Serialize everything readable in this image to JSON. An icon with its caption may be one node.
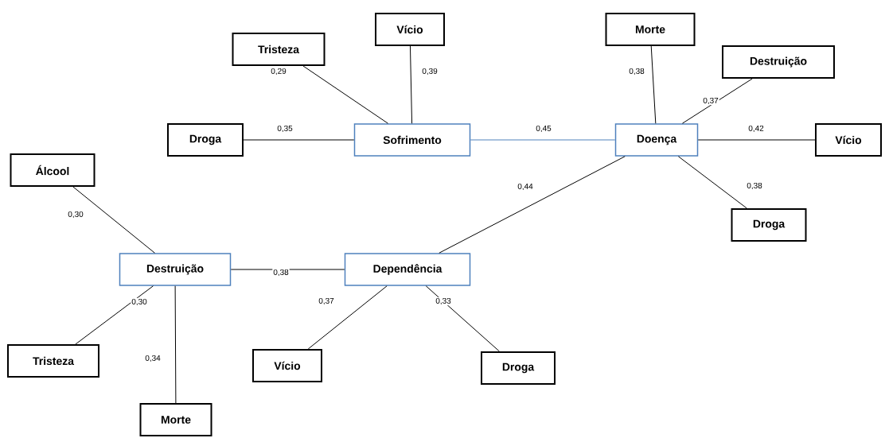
{
  "diagram": {
    "nodes": [
      {
        "text": [
          "Tristeza"
        ]
      },
      {
        "text": [
          "Vício"
        ]
      },
      {
        "text": [
          "Morte"
        ]
      },
      {
        "text": [
          "Destruição"
        ]
      },
      {
        "text": [
          "Droga"
        ]
      },
      {
        "text": [
          "Sofrimento"
        ]
      },
      {
        "text": [
          "Doença"
        ]
      },
      {
        "text": [
          "Vício"
        ]
      },
      {
        "text": [
          "Álcool"
        ]
      },
      {
        "text": [
          "Droga"
        ]
      },
      {
        "text": [
          "Destruição"
        ]
      },
      {
        "text": [
          "Dependência"
        ]
      },
      {
        "text": [
          "Tristeza"
        ]
      },
      {
        "text": [
          "Vício"
        ]
      },
      {
        "text": [
          "Droga"
        ]
      },
      {
        "text": [
          "Morte"
        ]
      }
    ],
    "edges": [
      {
        "from": 0,
        "to": 5,
        "arrow": "none",
        "label": "0,29"
      },
      {
        "from": 1,
        "to": 5,
        "arrow": "none",
        "label": "0,39"
      },
      {
        "from": 4,
        "to": 5,
        "arrow": "none",
        "label": "0,35"
      },
      {
        "from": 5,
        "to": 6,
        "arrow": "none",
        "label": "0,45",
        "color": "#4f81bd"
      },
      {
        "from": 2,
        "to": 6,
        "arrow": "none",
        "label": "0,38"
      },
      {
        "from": 3,
        "to": 6,
        "arrow": "none",
        "label": "0,37"
      },
      {
        "from": 7,
        "to": 6,
        "arrow": "none",
        "label": "0,42"
      },
      {
        "from": 9,
        "to": 6,
        "arrow": "none",
        "label": "0,38"
      },
      {
        "from": 6,
        "to": 11,
        "arrow": "none",
        "label": "0,44"
      },
      {
        "from": 8,
        "to": 10,
        "arrow": "none",
        "label": "0,30"
      },
      {
        "from": 10,
        "to": 11,
        "arrow": "none",
        "label": "0,38"
      },
      {
        "from": 12,
        "to": 10,
        "arrow": "none",
        "label": "0,30"
      },
      {
        "from": 15,
        "to": 10,
        "arrow": "none",
        "label": "0,34"
      },
      {
        "from": 13,
        "to": 11,
        "arrow": "none",
        "label": "0,37"
      },
      {
        "from": 14,
        "to": 11,
        "arrow": "none",
        "label": "0,33"
      }
    ]
  }
}
